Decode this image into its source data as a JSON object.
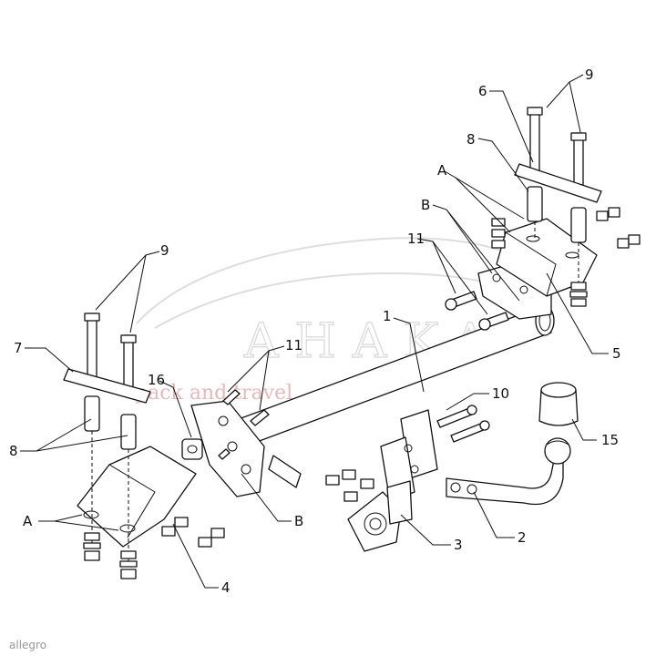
{
  "watermark": {
    "brand": "AHAKA",
    "tagline": "pack and travel"
  },
  "footer": {
    "source": "allegro"
  },
  "callouts": {
    "c1": "1",
    "c2": "2",
    "c3": "3",
    "c4": "4",
    "c5": "5",
    "c6": "6",
    "c7": "7",
    "c8_left": "8",
    "c8_right": "8",
    "c9_left": "9",
    "c9_right": "9",
    "c10": "10",
    "c11_left": "11",
    "c11_right": "11",
    "c15": "15",
    "c16": "16",
    "a_left": "A",
    "a_right": "A",
    "b_left": "B",
    "b_right": "B"
  }
}
